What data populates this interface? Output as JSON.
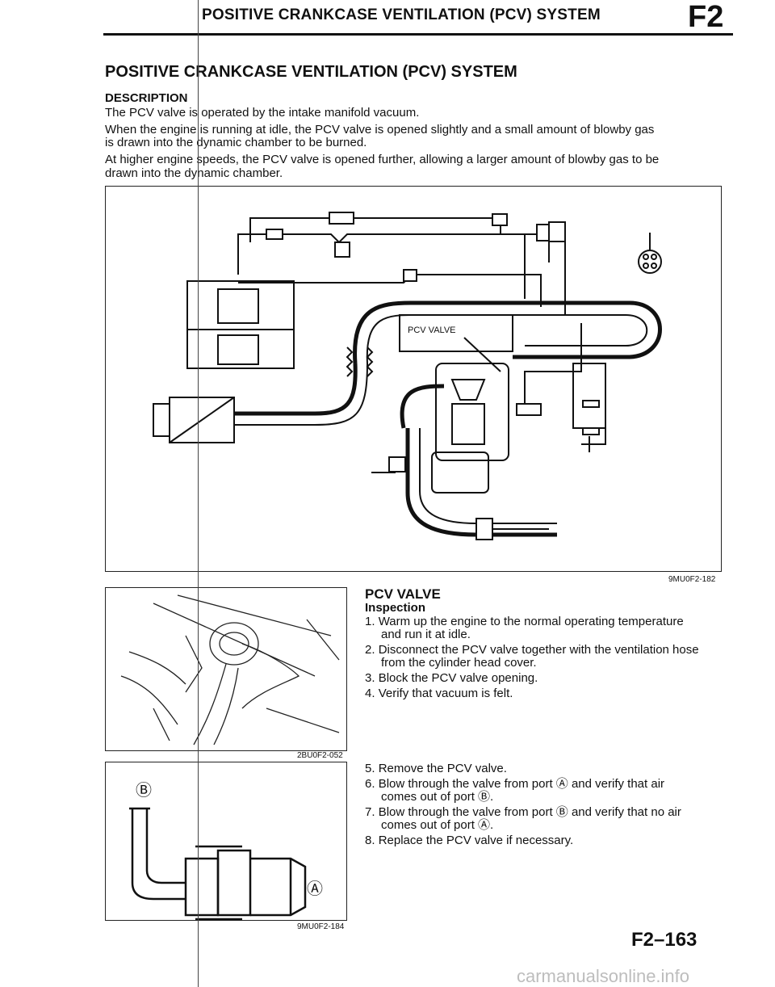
{
  "header": {
    "title": "POSITIVE CRANKCASE VENTILATION (PCV) SYSTEM",
    "code": "F2"
  },
  "section_title": "POSITIVE CRANKCASE VENTILATION (PCV) SYSTEM",
  "description": {
    "heading": "DESCRIPTION",
    "lines": [
      "The PCV valve is operated by the intake manifold vacuum.",
      "When the engine is running at idle, the PCV valve is opened slightly and a small amount of blowby gas",
      "is drawn into the dynamic chamber to be burned.",
      "At higher engine speeds, the PCV valve is opened further, allowing a larger amount of blowby gas to be",
      "drawn into the dynamic chamber."
    ]
  },
  "figures": {
    "system": {
      "label": "PCV VALVE",
      "code": "9MU0F2-182"
    },
    "photo": {
      "code": "2BU0F2-052"
    },
    "valve": {
      "code": "9MU0F2-184",
      "port_a": "Ⓐ",
      "port_b": "Ⓑ"
    }
  },
  "pcv_valve": {
    "heading": "PCV VALVE",
    "subheading": "Inspection",
    "steps_1": [
      {
        "num": "1.",
        "line1": "Warm up the engine to the normal operating temperature",
        "line2": "and run it at idle."
      },
      {
        "num": "2.",
        "line1": "Disconnect the PCV valve together with the ventilation hose",
        "line2": "from the cylinder head cover."
      },
      {
        "num": "3.",
        "line1": "Block the PCV valve opening.",
        "line2": ""
      },
      {
        "num": "4.",
        "line1": "Verify that vacuum is felt.",
        "line2": ""
      }
    ],
    "steps_2": [
      {
        "num": "5.",
        "line1": "Remove the PCV valve.",
        "line2": ""
      },
      {
        "num": "6.",
        "line1": "Blow through the valve from port Ⓐ and verify that air",
        "line2": "comes out of port Ⓑ."
      },
      {
        "num": "7.",
        "line1": "Blow through the valve from port Ⓑ and verify that no air",
        "line2": "comes out of port Ⓐ."
      },
      {
        "num": "8.",
        "line1": "Replace the PCV valve if necessary.",
        "line2": ""
      }
    ]
  },
  "footer": {
    "page": "F2–163"
  },
  "watermark": "carmanualsonline.info"
}
